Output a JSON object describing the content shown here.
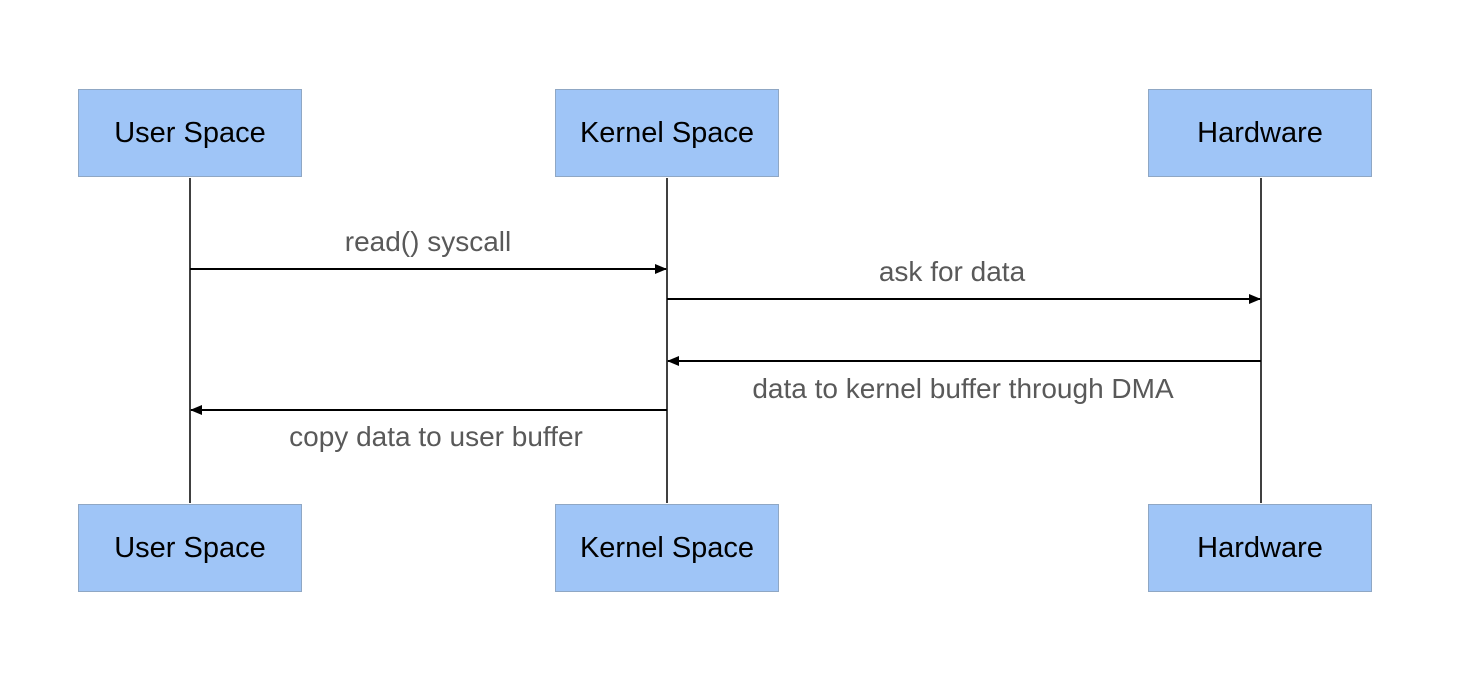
{
  "participants": [
    {
      "id": "user",
      "label": "User Space"
    },
    {
      "id": "kernel",
      "label": "Kernel Space"
    },
    {
      "id": "hardware",
      "label": "Hardware"
    }
  ],
  "messages": [
    {
      "from": "user",
      "to": "kernel",
      "label": "read() syscall"
    },
    {
      "from": "kernel",
      "to": "hardware",
      "label": "ask for data"
    },
    {
      "from": "hardware",
      "to": "kernel",
      "label": "data to kernel buffer through DMA"
    },
    {
      "from": "kernel",
      "to": "user",
      "label": "copy data to user buffer"
    }
  ],
  "colors": {
    "box_fill": "#9fc5f7",
    "box_border": "#8fa7c4",
    "line": "#000000",
    "label_text": "#595959"
  }
}
